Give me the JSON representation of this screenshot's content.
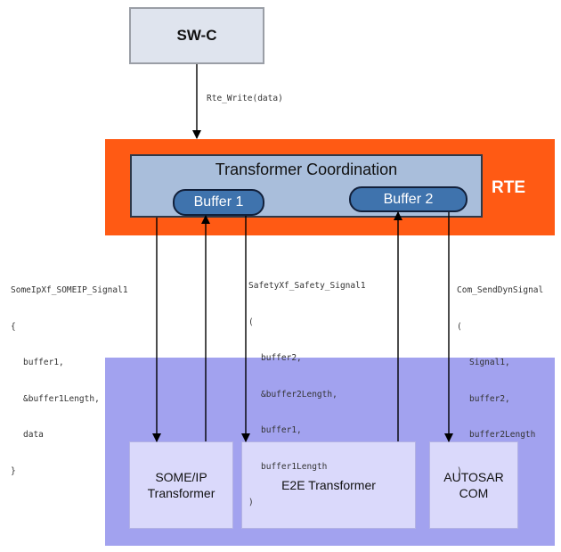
{
  "swc": {
    "label": "SW-C"
  },
  "rte_write": {
    "label": "Rte_Write(data)"
  },
  "rte": {
    "label": "RTE",
    "coordination_title": "Transformer Coordination",
    "buffer1": "Buffer 1",
    "buffer2": "Buffer 2"
  },
  "calls": [
    {
      "name": "SomeIpXf_SOMEIP_Signal1",
      "open": "{",
      "args": [
        "buffer1,",
        "&buffer1Length,",
        "data"
      ],
      "close": "}"
    },
    {
      "name": "SafetyXf_Safety_Signal1",
      "open": "(",
      "args": [
        "buffer2,",
        "&buffer2Length,",
        "buffer1,",
        "buffer1Length"
      ],
      "close": ")"
    },
    {
      "name": "Com_SendDynSignal",
      "open": "(",
      "args": [
        "Signal1,",
        "buffer2,",
        "buffer2Length"
      ],
      "close": ")"
    }
  ],
  "modules": {
    "someip_line1": "SOME/IP",
    "someip_line2": "Transformer",
    "e2e": "E2E Transformer",
    "com_line1": "AUTOSAR",
    "com_line2": "COM"
  },
  "colors": {
    "rte_band": "#ff5a14",
    "coordination_box": "#a9bedb",
    "buffer": "#3f73ad",
    "bsw_background": "#a2a2ef",
    "module_box": "#dad9fb"
  }
}
